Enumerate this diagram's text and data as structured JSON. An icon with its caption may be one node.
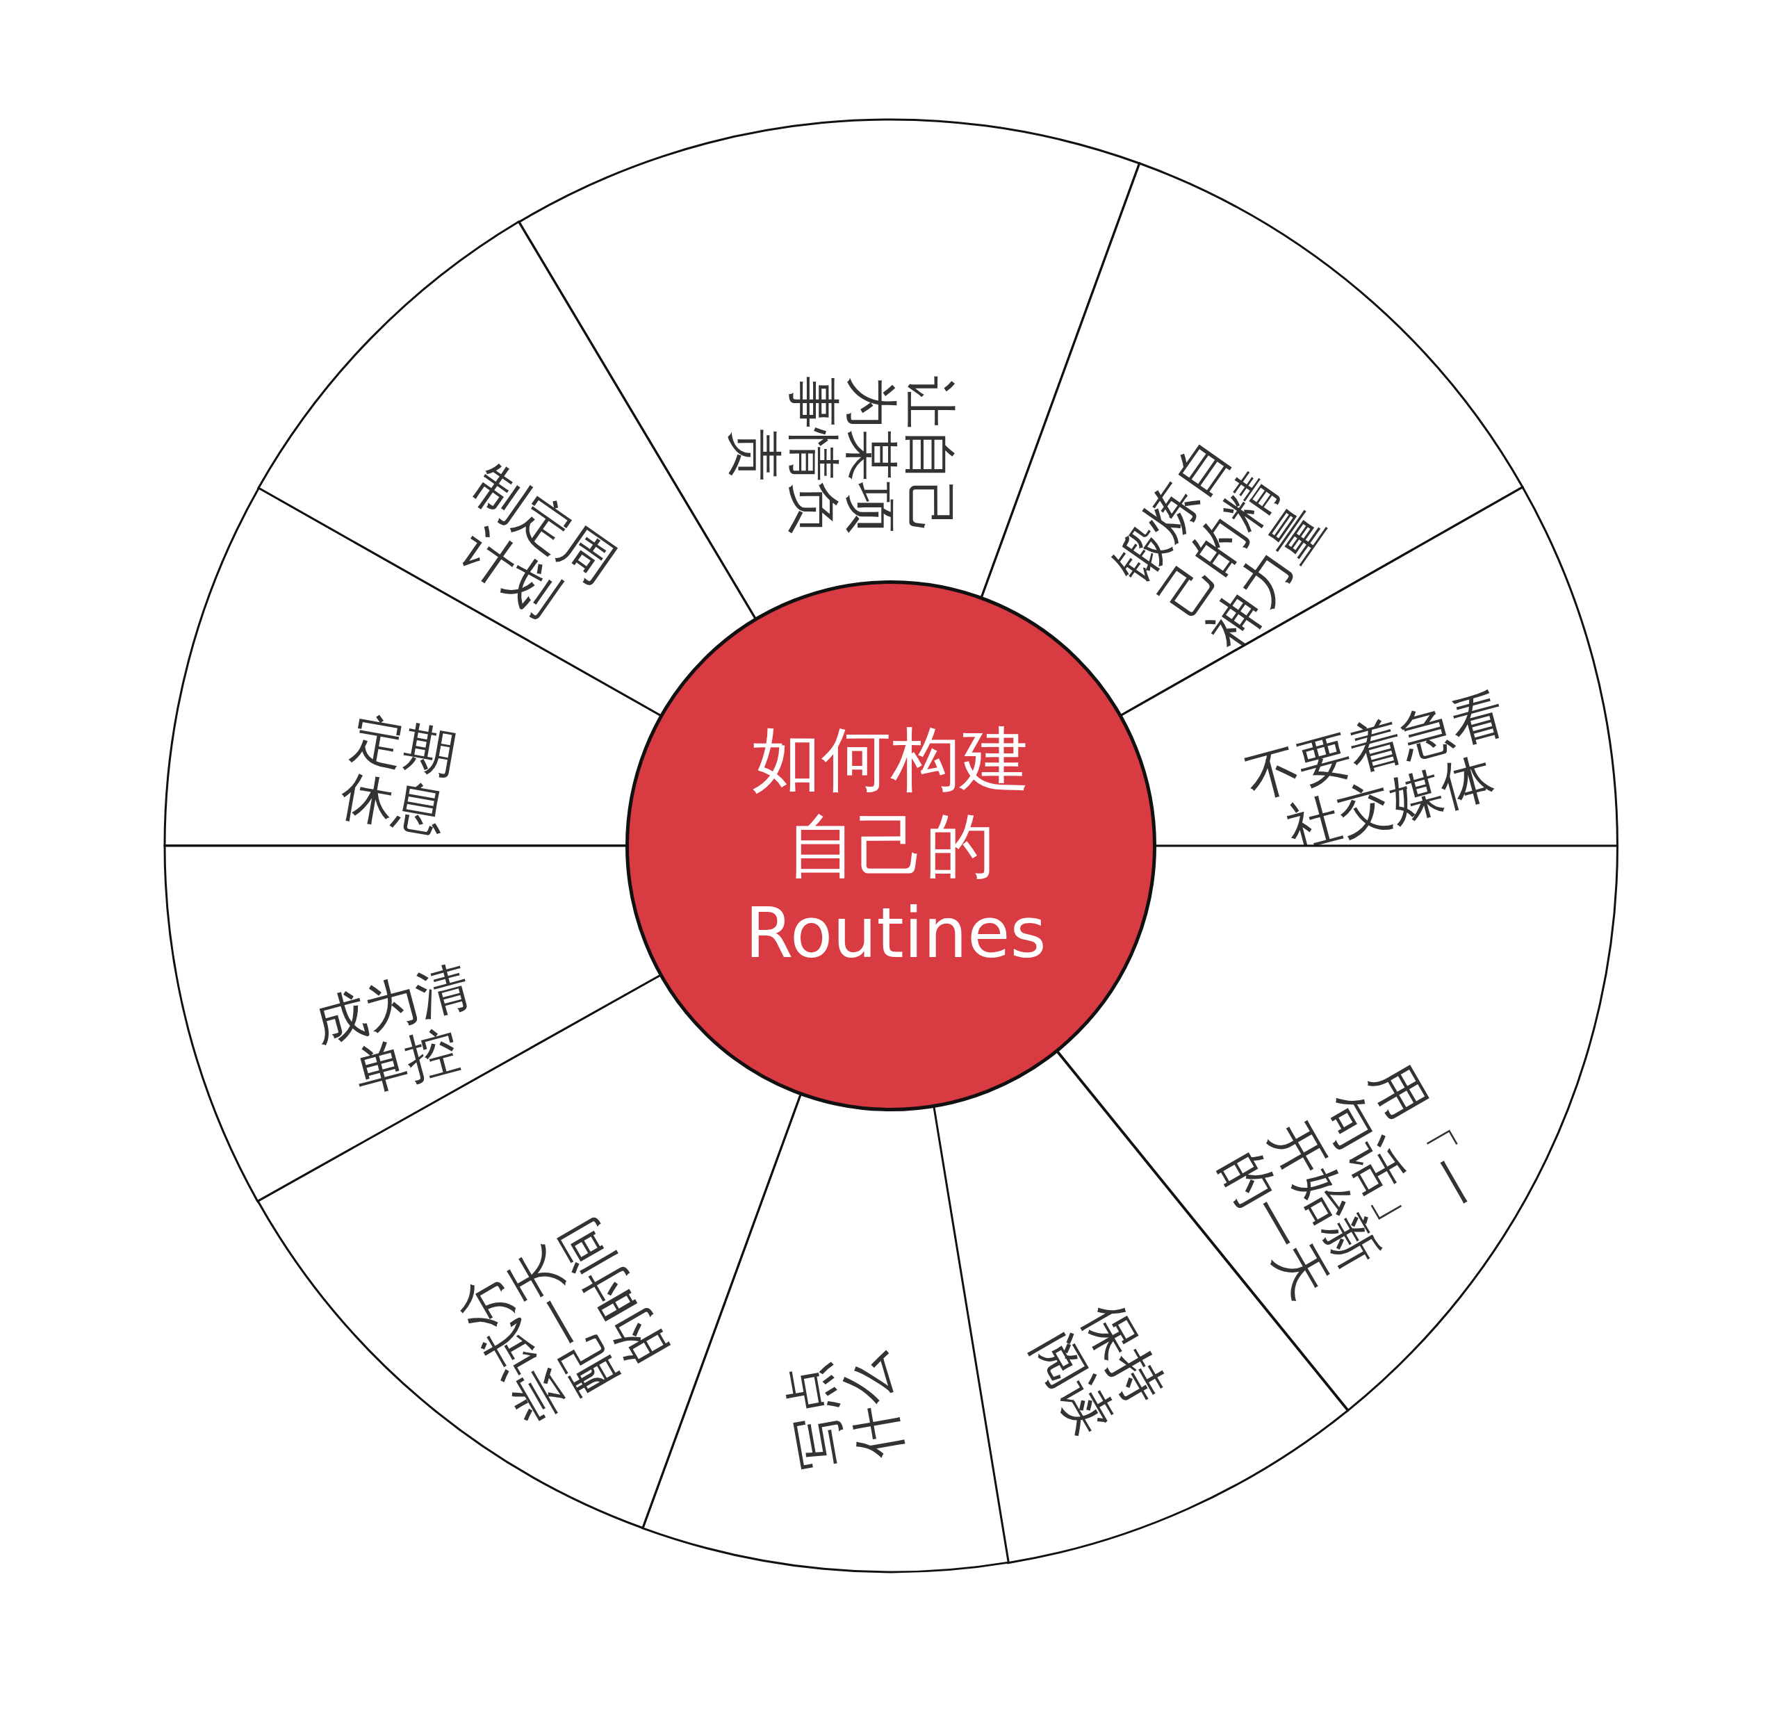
{
  "diagram": {
    "nodes": [
      {
        "text": [
          "如何构建自己的Routines"
        ]
      },
      {
        "text": [
          "让自己为某项事情负责"
        ]
      },
      {
        "text": [
          "锻炼自己的精神力量"
        ]
      },
      {
        "text": [
          "不要着急看社交媒体"
        ]
      },
      {
        "text": [
          "用「一句话」开始新的一天"
        ]
      },
      {
        "text": [
          "保持阅读"
        ]
      },
      {
        "text": [
          "写点什么"
        ]
      },
      {
        "text": [
          "尝试分配一天的时间"
        ]
      },
      {
        "text": [
          "成为清单控"
        ]
      },
      {
        "text": [
          "定期休息"
        ]
      },
      {
        "text": [
          "制定周计划"
        ]
      }
    ]
  }
}
